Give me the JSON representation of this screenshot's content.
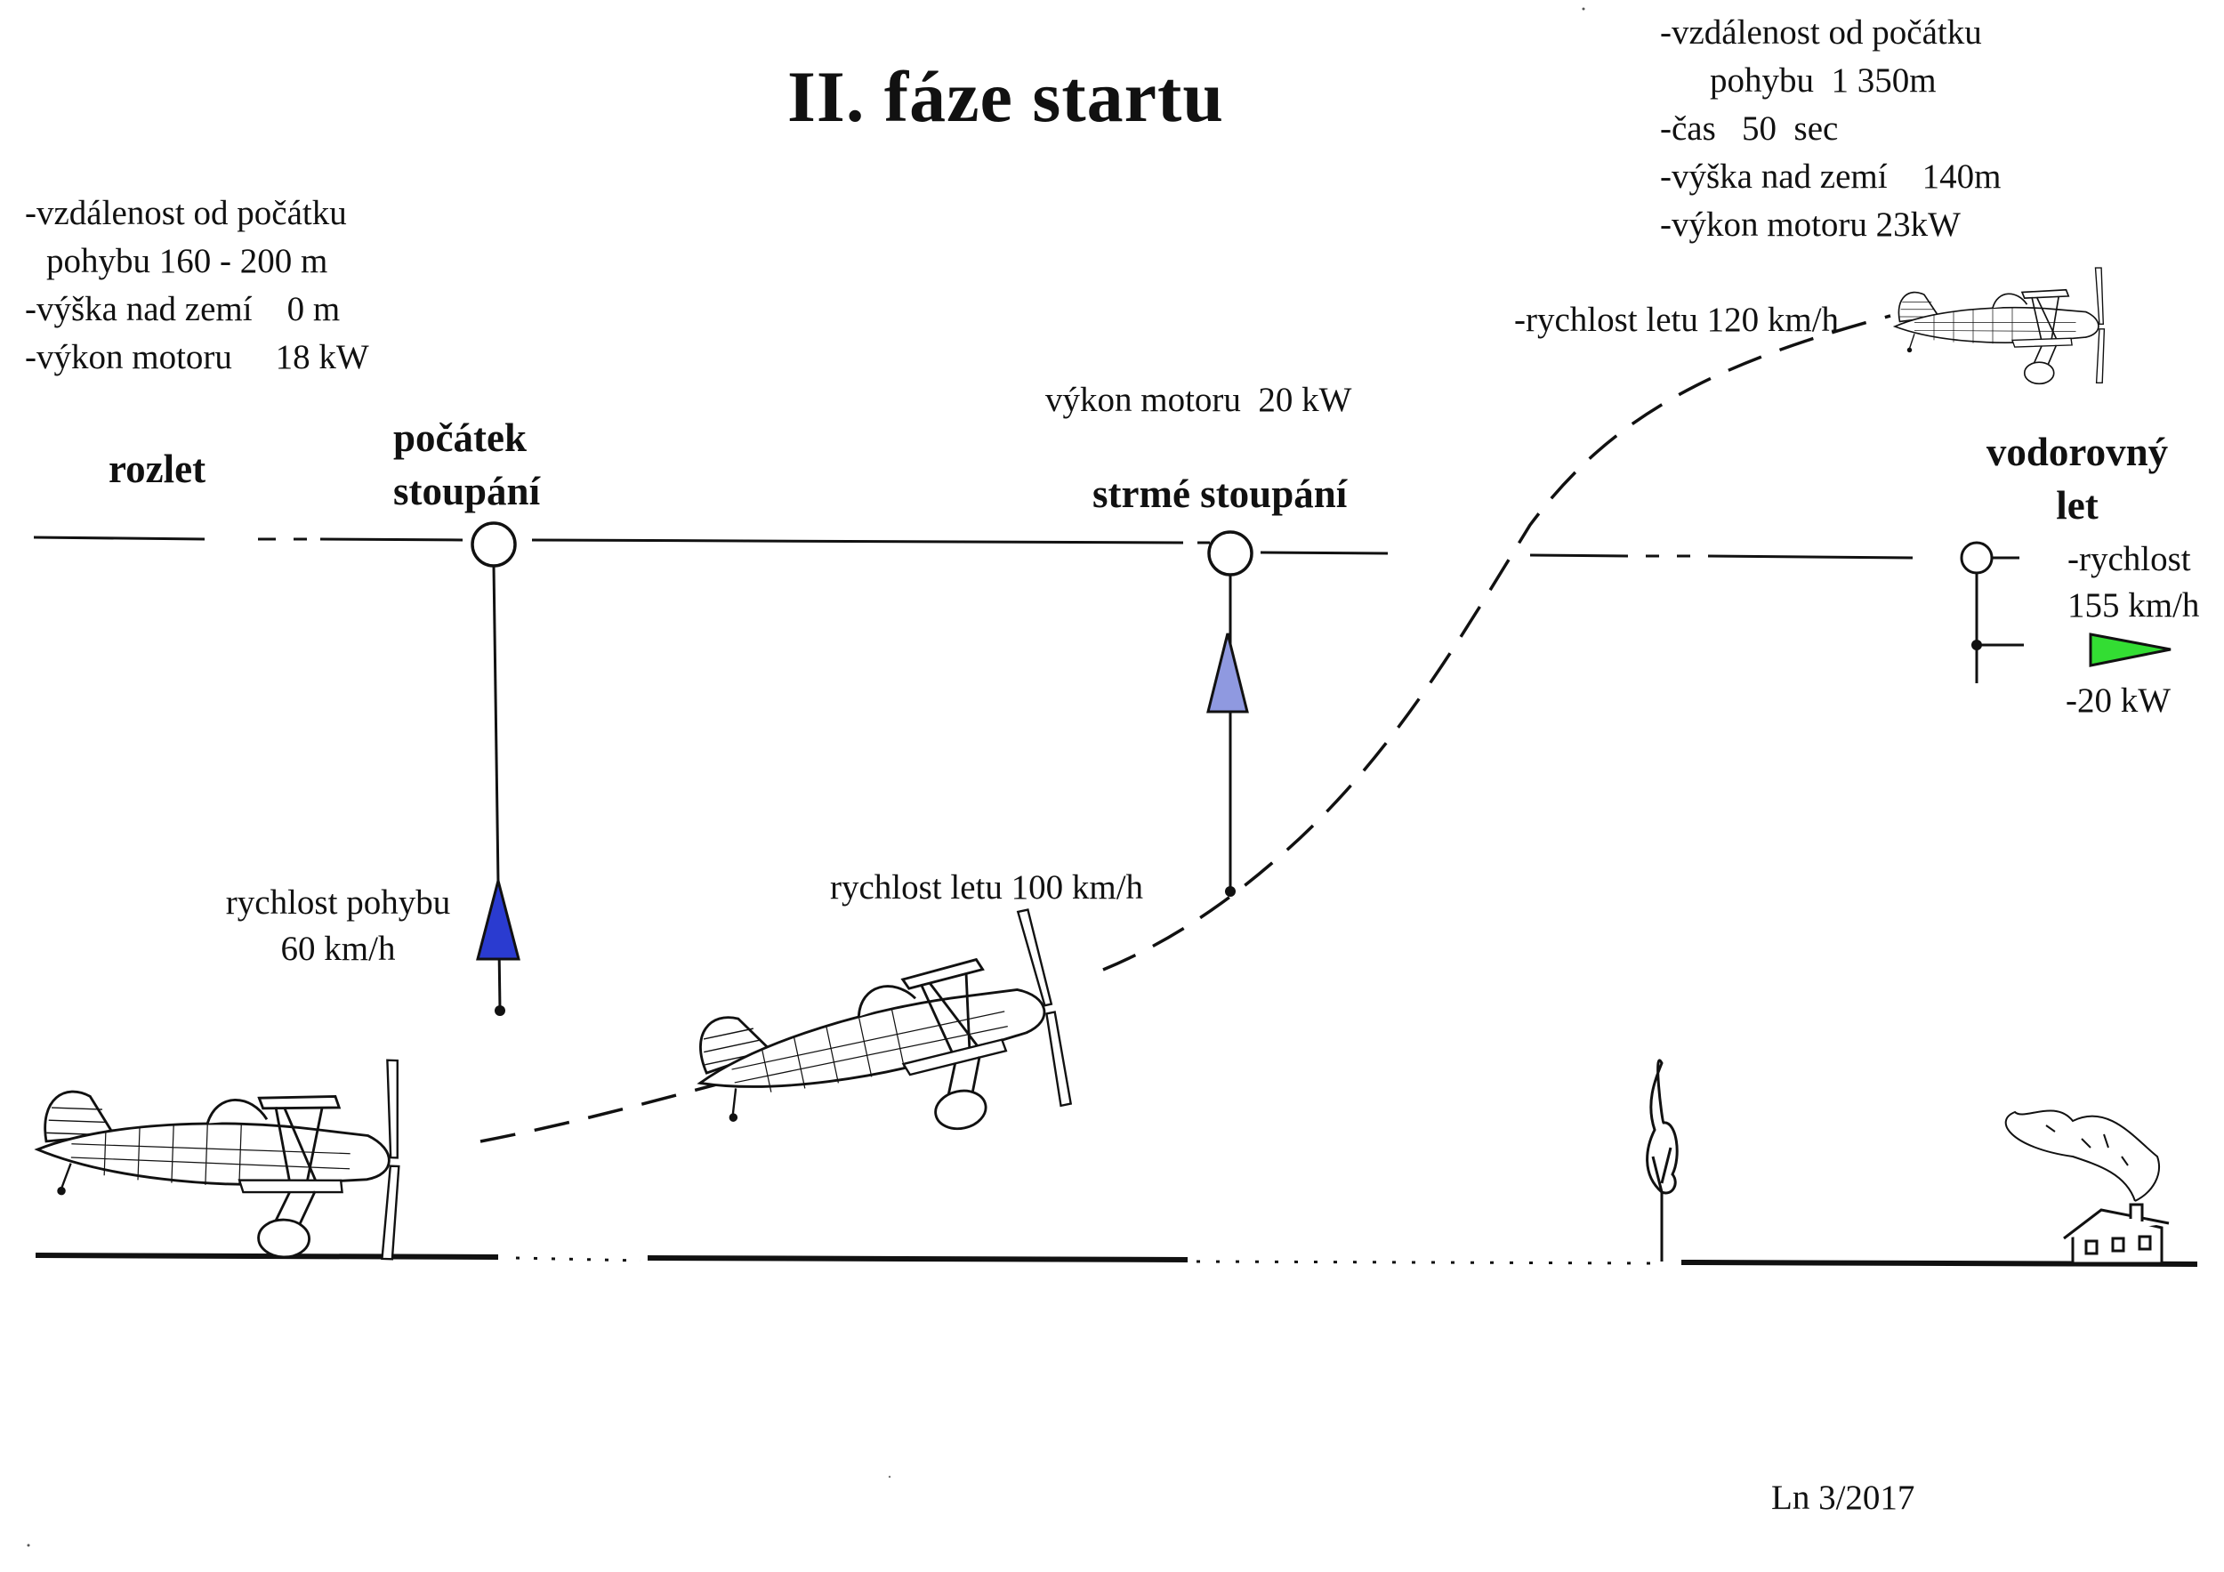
{
  "title": "II. fáze startu",
  "info_left": [
    "-vzdálenost od počátku",
    "pohybu 160 - 200 m",
    "-výška nad zemí    0 m",
    "-výkon motoru     18 kW"
  ],
  "info_right": [
    "-vzdálenost od počátku",
    "pohybu  1 350m",
    "-čas   50  sec",
    "-výška nad zemí    140m",
    "-výkon motoru 23kW"
  ],
  "phases": {
    "rozlet": "rozlet",
    "pocatek_line1": "počátek",
    "pocatek_line2": "stoupání",
    "strme": "strmé stoupání",
    "vodorovny_line1": "vodorovný",
    "vodorovny_line2": "let"
  },
  "labels": {
    "vykon_strme": "výkon motoru  20 kW",
    "rychlost_pohybu_line1": "rychlost pohybu",
    "rychlost_pohybu_line2": "60 km/h",
    "rychlost_letu_100": "rychlost letu 100 km/h",
    "rychlost_letu_120": "-rychlost letu 120 km/h",
    "rychlost_155_line1": "-rychlost",
    "rychlost_155_line2": "155 km/h",
    "vykon_155": "-20 kW"
  },
  "signature": "Ln 3/2017",
  "colors": {
    "marker_start": "#2a3bd0",
    "marker_steep": "#8f99e0",
    "marker_level": "#33dd33",
    "ink": "#111111"
  },
  "icons": [
    "biplane-icon",
    "tree-icon",
    "house-icon",
    "smoke-icon"
  ]
}
